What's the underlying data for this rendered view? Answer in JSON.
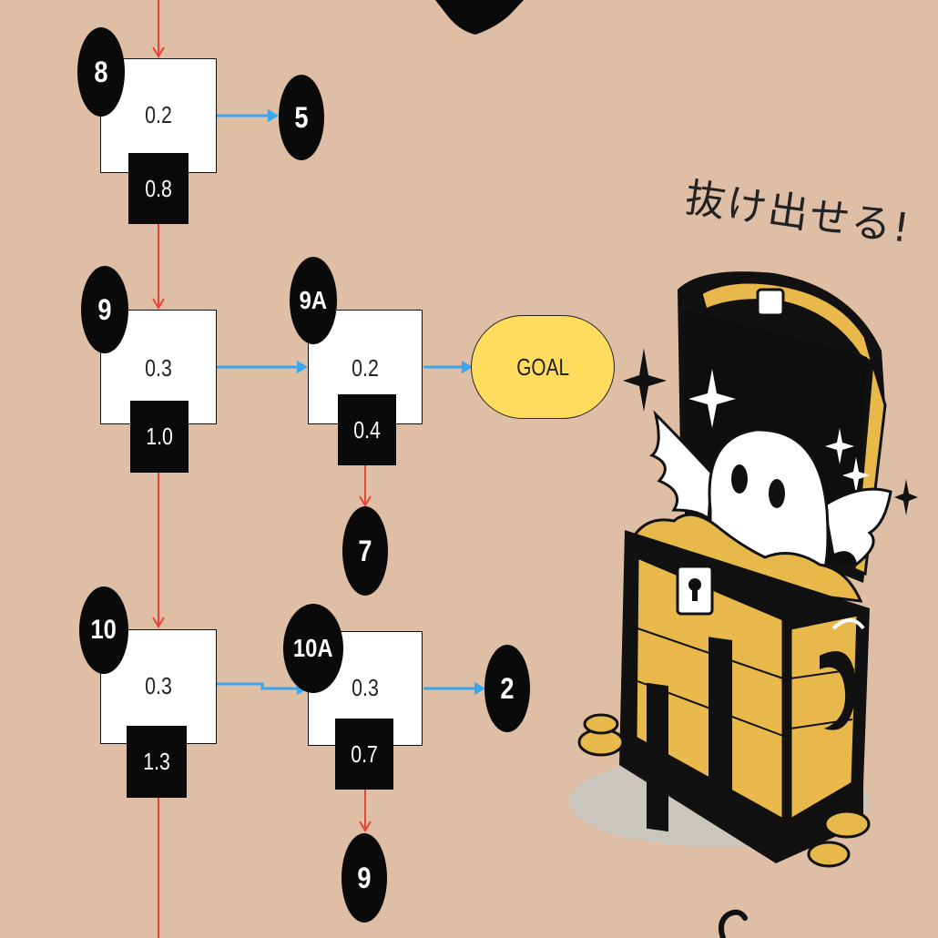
{
  "flow": {
    "node8": {
      "id": "8",
      "top_value": "0.2",
      "bottom_value": "0.8"
    },
    "node9": {
      "id": "9",
      "top_value": "0.3",
      "bottom_value": "1.0"
    },
    "node9a": {
      "id": "9A",
      "top_value": "0.2",
      "bottom_value": "0.4"
    },
    "node10": {
      "id": "10",
      "top_value": "0.3",
      "bottom_value": "1.3"
    },
    "node10a": {
      "id": "10A",
      "top_value": "0.3",
      "bottom_value": "0.7"
    },
    "targets": {
      "from8": "5",
      "from9a_down": "7",
      "from10a_right": "2",
      "from10a_down": "9"
    },
    "goal_label": "GOAL"
  },
  "illustration": {
    "caption": "抜け出せる!",
    "subject": "ghost-in-treasure-chest",
    "colors": {
      "chest_wood": "#e8b84a",
      "chest_frame": "#111111",
      "ghost": "#ffffff",
      "gold": "#e7b94a"
    }
  },
  "colors": {
    "background": "#dfbea6",
    "down_arrow": "#e8443a",
    "right_arrow": "#3aa6ee",
    "goal_fill": "#ffdc5e"
  }
}
